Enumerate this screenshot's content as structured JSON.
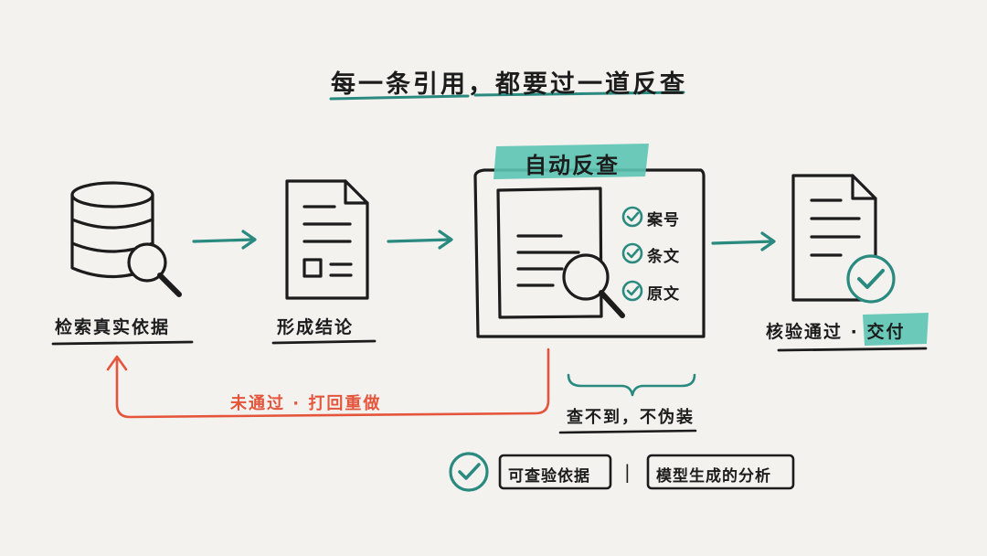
{
  "title": "每一条引用，都要过一道反查",
  "steps": [
    {
      "label": "检索真实依据"
    },
    {
      "label": "形成结论"
    },
    {
      "label": "自动反查"
    },
    {
      "label": "核验通过 · 交付"
    }
  ],
  "check_items": [
    "案号",
    "条文",
    "原文"
  ],
  "fail_path_label": "未通过 · 打回重做",
  "not_found_label": "查不到，不伪装",
  "legend": {
    "verifiable": "可查验依据",
    "separator": "|",
    "model_generated": "模型生成的分析"
  },
  "colors": {
    "teal": "#2a8a80",
    "teal_highlight": "#5cc4b3",
    "red": "#e4553c",
    "ink": "#1c1c1c"
  },
  "icons": [
    "database-search-icon",
    "document-icon",
    "quote-document-icon",
    "magnifier-icon",
    "check-circle-icon",
    "approved-document-icon",
    "arrow-right-icon"
  ]
}
